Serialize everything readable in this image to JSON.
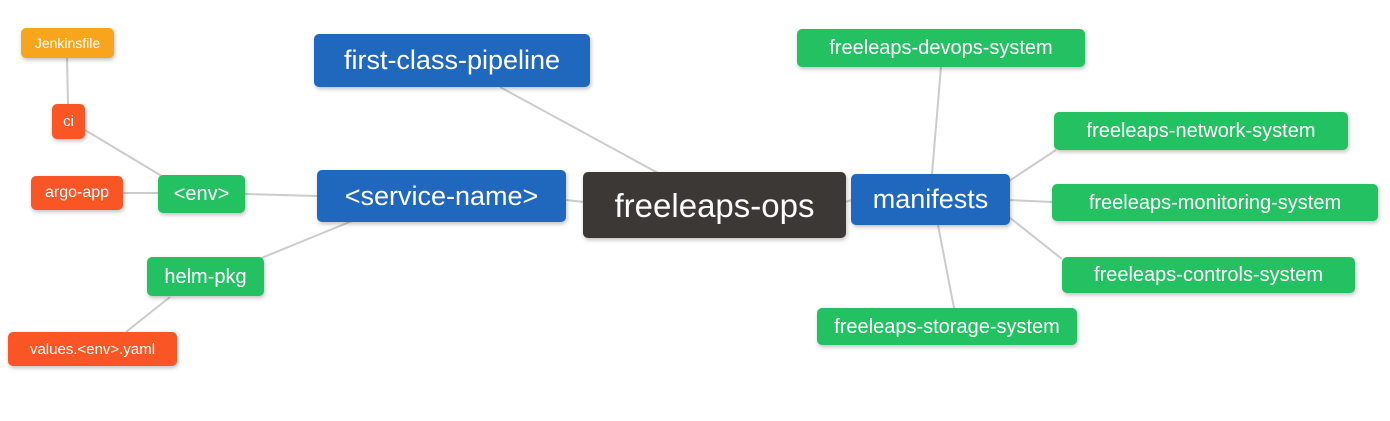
{
  "diagram": {
    "type": "mindmap",
    "root": "freeleaps-ops"
  },
  "palette": {
    "root": "#3c3836",
    "branch": "#2068be",
    "leaf_green": "#24c163",
    "leaf_red": "#fa5525",
    "leaf_orange": "#f8a51e",
    "link": "#cccccc",
    "text": "#ffffff"
  },
  "nodes": {
    "ops": {
      "label": "freeleaps-ops",
      "level": 0
    },
    "pipeline": {
      "label": "first-class-pipeline",
      "level": 1
    },
    "service": {
      "label": "<service-name>",
      "level": 1
    },
    "manifests": {
      "label": "manifests",
      "level": 1
    },
    "env": {
      "label": "<env>",
      "level": 2
    },
    "helm_pkg": {
      "label": "helm-pkg",
      "level": 2
    },
    "ci": {
      "label": "ci",
      "level": 3
    },
    "argo_app": {
      "label": "argo-app",
      "level": 3
    },
    "jenkinsfile": {
      "label": "Jenkinsfile",
      "level": 4
    },
    "values": {
      "label": "values.<env>.yaml",
      "level": 3
    },
    "devops": {
      "label": "freeleaps-devops-system",
      "level": 2
    },
    "network": {
      "label": "freeleaps-network-system",
      "level": 2
    },
    "monitoring": {
      "label": "freeleaps-monitoring-system",
      "level": 2
    },
    "controls": {
      "label": "freeleaps-controls-system",
      "level": 2
    },
    "storage": {
      "label": "freeleaps-storage-system",
      "level": 2
    }
  },
  "edges": [
    {
      "from": "ops",
      "to": "pipeline"
    },
    {
      "from": "ops",
      "to": "service"
    },
    {
      "from": "ops",
      "to": "manifests"
    },
    {
      "from": "service",
      "to": "env"
    },
    {
      "from": "service",
      "to": "helm_pkg"
    },
    {
      "from": "env",
      "to": "ci"
    },
    {
      "from": "env",
      "to": "argo_app"
    },
    {
      "from": "ci",
      "to": "jenkinsfile"
    },
    {
      "from": "helm_pkg",
      "to": "values"
    },
    {
      "from": "manifests",
      "to": "devops"
    },
    {
      "from": "manifests",
      "to": "network"
    },
    {
      "from": "manifests",
      "to": "monitoring"
    },
    {
      "from": "manifests",
      "to": "controls"
    },
    {
      "from": "manifests",
      "to": "storage"
    }
  ]
}
